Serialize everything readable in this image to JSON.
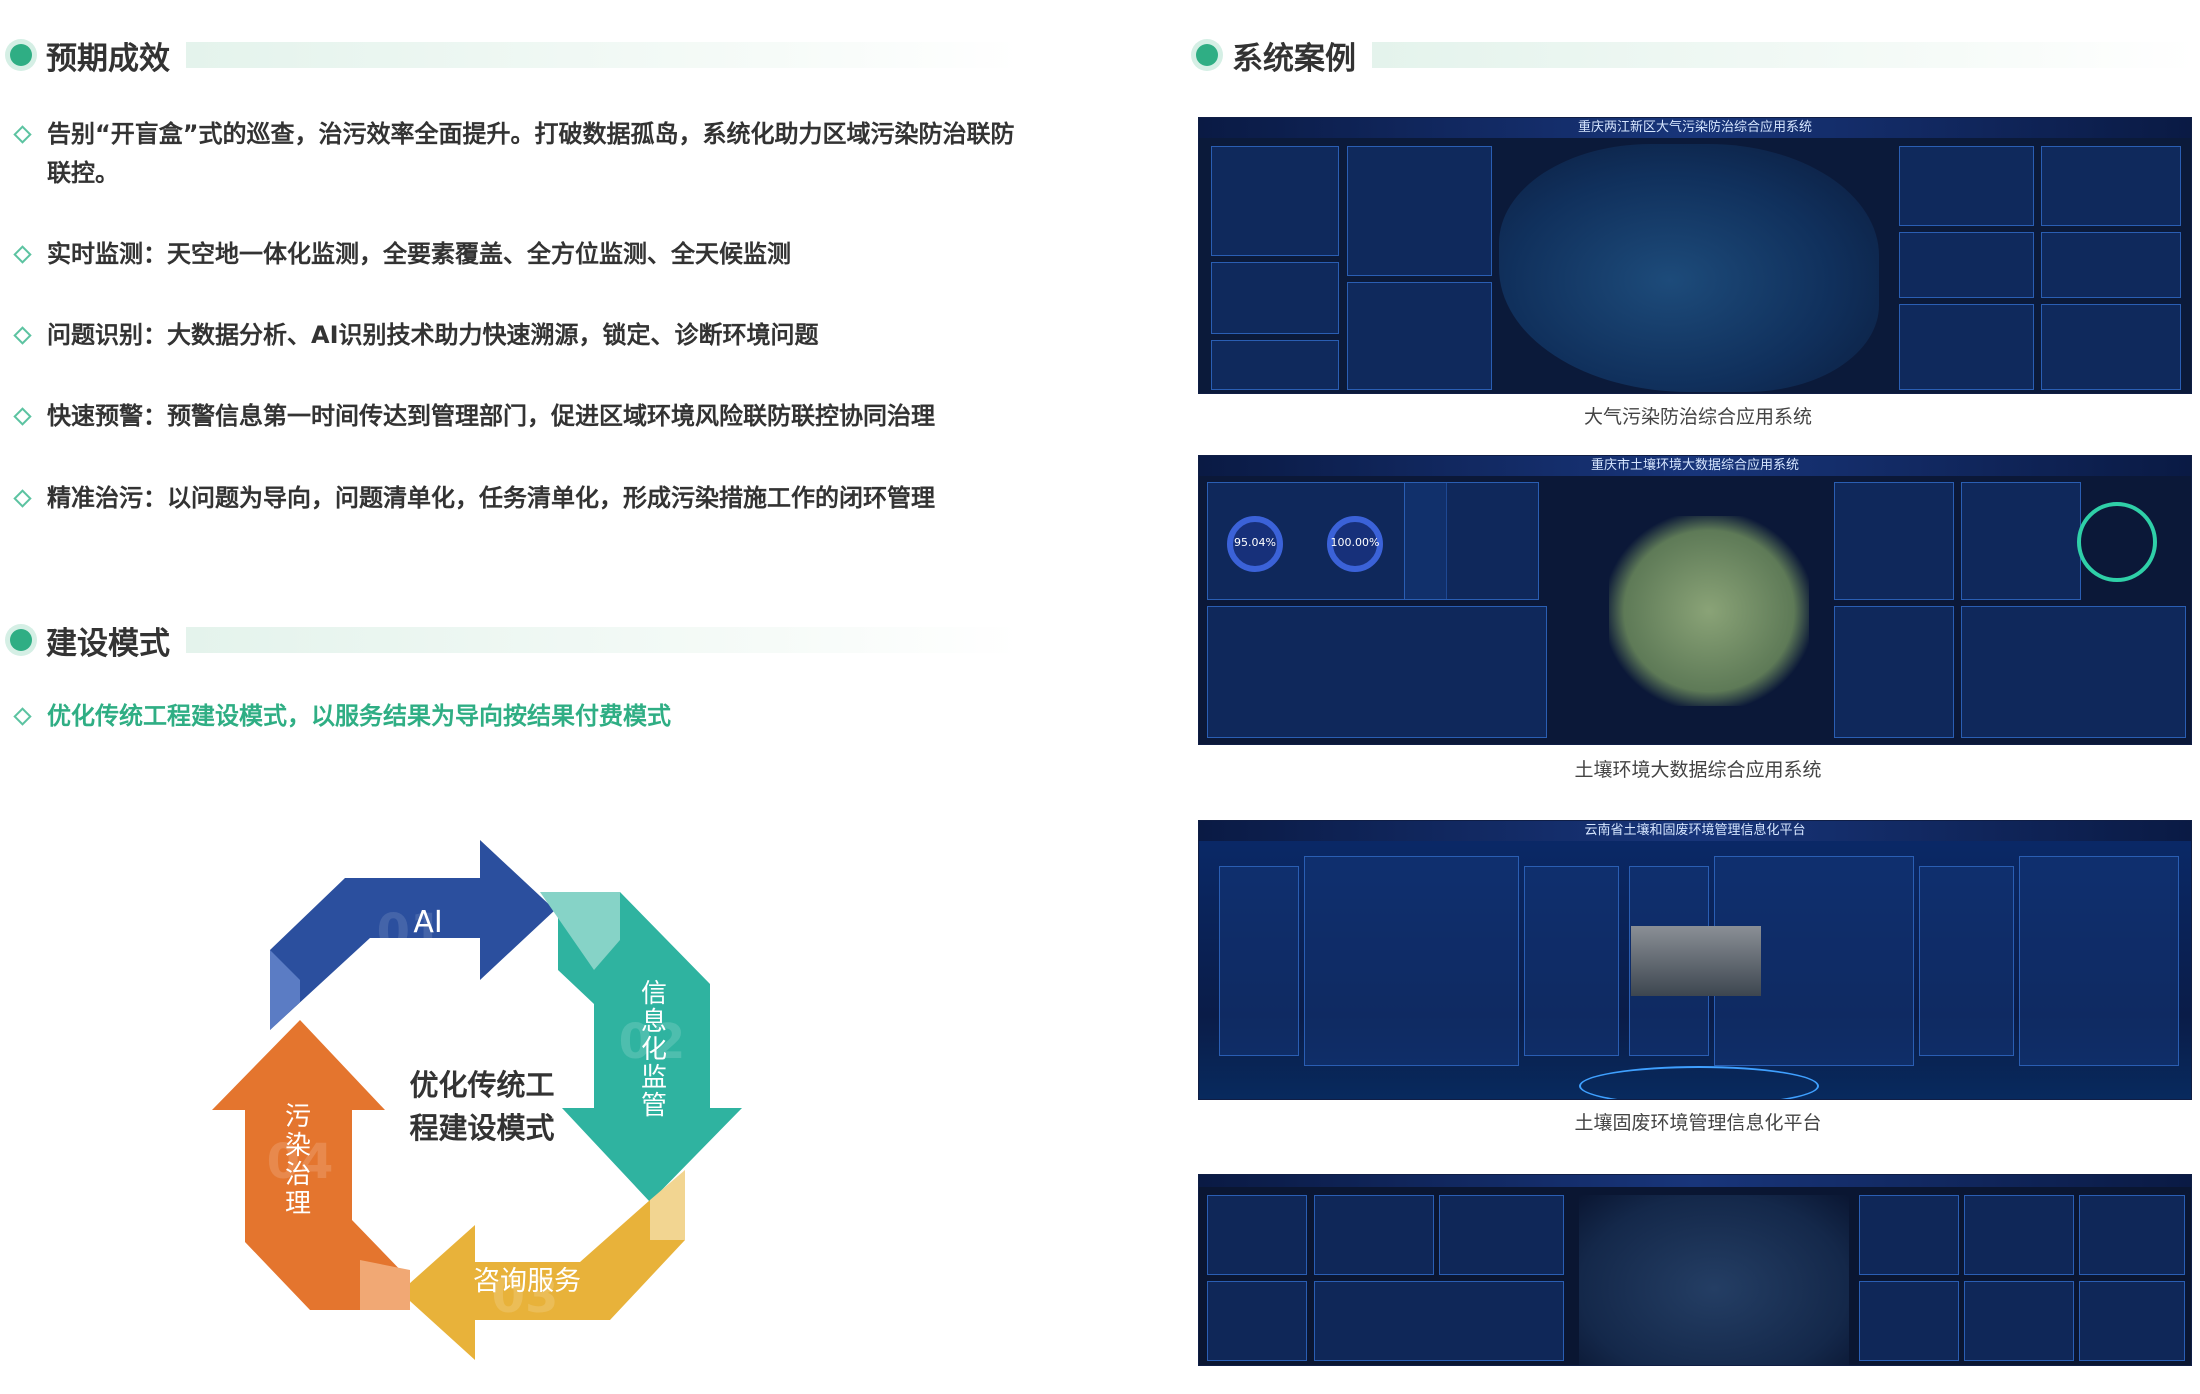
{
  "left": {
    "expected": {
      "title": "预期成效",
      "bullets": [
        {
          "line1": "告别“开盲盒”式的巡查，治污效率全面提升。打破数据孤岛，系统化助力区域污染防治联防",
          "line2": "联控。"
        },
        {
          "line1": "实时监测：天空地一体化监测，全要素覆盖、全方位监测、全天候监测"
        },
        {
          "line1": "问题识别：大数据分析、AI识别技术助力快速溯源，锁定、诊断环境问题"
        },
        {
          "line1": "快速预警：预警信息第一时间传达到管理部门，促进区域环境风险联防联控协同治理"
        },
        {
          "line1": "精准治污：以问题为导向，问题清单化，任务清单化，形成污染措施工作的闭环管理"
        }
      ]
    },
    "mode": {
      "title": "建设模式",
      "bullet": "优化传统工程建设模式，以服务结果为导向按结果付费模式"
    },
    "diagram": {
      "center_line1": "优化传统工",
      "center_line2": "程建设模式",
      "ai": "AI",
      "ai_num": "01",
      "info": [
        "信",
        "息",
        "化",
        "监",
        "管"
      ],
      "info_num": "02",
      "consult": "咨询服务",
      "consult_num": "03",
      "pollution": [
        "污",
        "染",
        "治",
        "理"
      ],
      "pollution_num": "04",
      "colors": {
        "ai": "#2b4f9e",
        "info": "#2fb3a0",
        "consult": "#e8b23a",
        "pollution": "#e4752e"
      }
    }
  },
  "right": {
    "title": "系统案例",
    "cases": [
      {
        "screen_title": "重庆两江新区大气污染防治综合应用系统",
        "caption": "大气污染防治综合应用系统",
        "gauge1": "",
        "gauge2": ""
      },
      {
        "screen_title": "重庆市土壤环境大数据综合应用系统",
        "caption": "土壤环境大数据综合应用系统",
        "gauge1": "95.04%",
        "gauge2": "100.00%"
      },
      {
        "screen_title": "云南省土壤和固废环境管理信息化平台",
        "caption": "土壤固废环境管理信息化平台"
      },
      {
        "screen_title": "",
        "caption": ""
      }
    ]
  }
}
